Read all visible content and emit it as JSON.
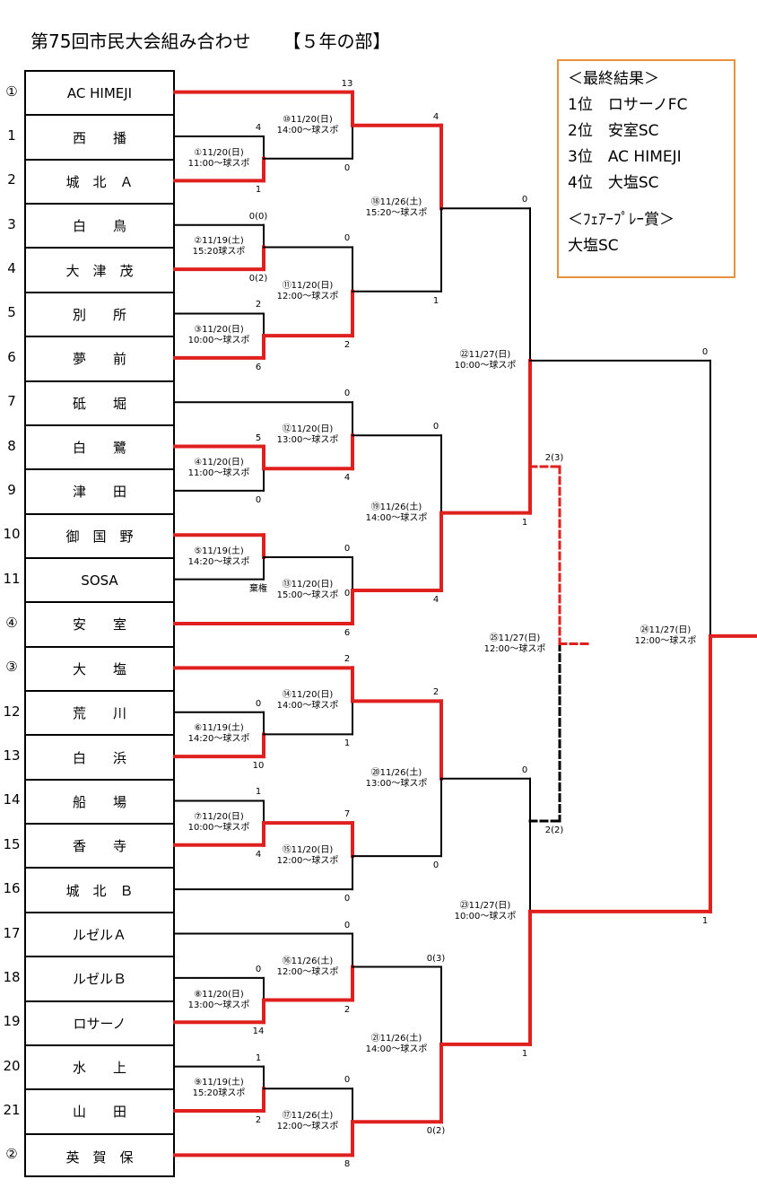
{
  "title": "第75回市民大会組み合わせ",
  "division": "【５年の部】",
  "teams": [
    {
      "seed": "①",
      "name": "AC HIMEJI"
    },
    {
      "seed": "1",
      "name": "西　　播"
    },
    {
      "seed": "2",
      "name": "城　北　Ａ"
    },
    {
      "seed": "3",
      "name": "白　　鳥"
    },
    {
      "seed": "4",
      "name": "大　津　茂"
    },
    {
      "seed": "5",
      "name": "別　　所"
    },
    {
      "seed": "6",
      "name": "夢　　前"
    },
    {
      "seed": "7",
      "name": "砥　　堀"
    },
    {
      "seed": "8",
      "name": "白　　鷺"
    },
    {
      "seed": "9",
      "name": "津　　田"
    },
    {
      "seed": "10",
      "name": "御　国　野"
    },
    {
      "seed": "11",
      "name": "SOSA"
    },
    {
      "seed": "④",
      "name": "安　　室"
    },
    {
      "seed": "③",
      "name": "大　　塩"
    },
    {
      "seed": "12",
      "name": "荒　　川"
    },
    {
      "seed": "13",
      "name": "白　　浜"
    },
    {
      "seed": "14",
      "name": "船　　場"
    },
    {
      "seed": "15",
      "name": "香　　寺"
    },
    {
      "seed": "16",
      "name": "城　北　Ｂ"
    },
    {
      "seed": "17",
      "name": "ルゼルＡ"
    },
    {
      "seed": "18",
      "name": "ルゼルＢ"
    },
    {
      "seed": "19",
      "name": "ロサーノ"
    },
    {
      "seed": "20",
      "name": "水　　上"
    },
    {
      "seed": "21",
      "name": "山　　田"
    },
    {
      "seed": "②",
      "name": "英　賀　保"
    }
  ],
  "matches": [
    {
      "id": "m1",
      "label1": "①11/20(日)",
      "label2": "11:00～球スポ",
      "s_top": "4",
      "s_bot": "1"
    },
    {
      "id": "m2",
      "label1": "②11/19(土)",
      "label2": "15:20球スポ",
      "s_top": "0(0)",
      "s_bot": "0(2)"
    },
    {
      "id": "m3",
      "label1": "③11/20(日)",
      "label2": "10:00～球スポ",
      "s_top": "2",
      "s_bot": "6"
    },
    {
      "id": "m4",
      "label1": "④11/20(日)",
      "label2": "11:00～球スポ",
      "s_top": "5",
      "s_bot": "0"
    },
    {
      "id": "m5",
      "label1": "⑤11/19(土)",
      "label2": "14:20～球スポ",
      "s_top": "",
      "s_bot": "棄権"
    },
    {
      "id": "m6",
      "label1": "⑥11/19(土)",
      "label2": "14:20～球スポ",
      "s_top": "0",
      "s_bot": "10"
    },
    {
      "id": "m7",
      "label1": "⑦11/20(日)",
      "label2": "10:00～球スポ",
      "s_top": "1",
      "s_bot": "4"
    },
    {
      "id": "m8",
      "label1": "⑧11/20(日)",
      "label2": "13:00～球スポ",
      "s_top": "0",
      "s_bot": "14"
    },
    {
      "id": "m9",
      "label1": "⑨11/19(土)",
      "label2": "15:20球スポ",
      "s_top": "1",
      "s_bot": "2"
    },
    {
      "id": "m10",
      "label1": "⑩11/20(日)",
      "label2": "14:00～球スポ",
      "s_top": "13",
      "s_bot": "0"
    },
    {
      "id": "m11",
      "label1": "⑪11/20(日)",
      "label2": "12:00～球スポ",
      "s_top": "0",
      "s_bot": "2"
    },
    {
      "id": "m12",
      "label1": "⑫11/20(日)",
      "label2": "13:00～球スポ",
      "s_top": "0",
      "s_bot": "4"
    },
    {
      "id": "m13",
      "label1": "⑬11/20(日)",
      "label2": "15:00～球スポ",
      "s_top": "0",
      "s_bot": "6"
    },
    {
      "id": "m14",
      "label1": "⑭11/20(日)",
      "label2": "14:00～球スポ",
      "s_top": "2",
      "s_bot": "1"
    },
    {
      "id": "m15",
      "label1": "⑮11/20(日)",
      "label2": "12:00～球スポ",
      "s_top": "7",
      "s_bot": "0"
    },
    {
      "id": "m16",
      "label1": "⑯11/26(土)",
      "label2": "12:00～球スポ",
      "s_top": "0",
      "s_bot": "2"
    },
    {
      "id": "m17",
      "label1": "⑰11/26(土)",
      "label2": "12:00～球スポ",
      "s_top": "0",
      "s_bot": "8"
    },
    {
      "id": "m18",
      "label1": "⑱11/26(土)",
      "label2": "15:20～球スポ",
      "s_top": "4",
      "s_bot": "1"
    },
    {
      "id": "m19",
      "label1": "⑲11/26(土)",
      "label2": "14:00～球スポ",
      "s_top": "0",
      "s_bot": "4"
    },
    {
      "id": "m20",
      "label1": "⑳11/26(土)",
      "label2": "13:00～球スポ",
      "s_top": "2",
      "s_bot": "0"
    },
    {
      "id": "m21",
      "label1": "㉑11/26(土)",
      "label2": "14:00～球スポ",
      "s_top": "0(3)",
      "s_bot": "0(2)"
    },
    {
      "id": "m22",
      "label1": "㉒11/27(日)",
      "label2": "10:00～球スポ",
      "s_top": "0",
      "s_bot": "1"
    },
    {
      "id": "m23",
      "label1": "㉓11/27(日)",
      "label2": "10:00～球スポ",
      "s_top": "0",
      "s_bot": "1"
    },
    {
      "id": "m24",
      "label1": "㉔11/27(日)",
      "label2": "12:00～球スポ",
      "s_top": "0",
      "s_bot": "1"
    },
    {
      "id": "m25",
      "label1": "㉕11/27(日)",
      "label2": "12:00～球スポ",
      "s_top": "2(3)",
      "s_bot": "2(2)"
    }
  ],
  "extra_scores": {
    "m13_top_feed": "0"
  },
  "results": {
    "heading": "＜最終結果＞",
    "places": [
      "1位　ロサーノFC",
      "2位　安室SC",
      "3位　AC HIMEJI",
      "4位　大塩SC"
    ],
    "fairplay_heading": "＜ﾌｪｱｰﾌﾟﾚｰ賞＞",
    "fairplay_team": "大塩SC"
  },
  "colors": {
    "winner": "#e0201e",
    "line": "#000000",
    "results_border": "#e8913a"
  }
}
